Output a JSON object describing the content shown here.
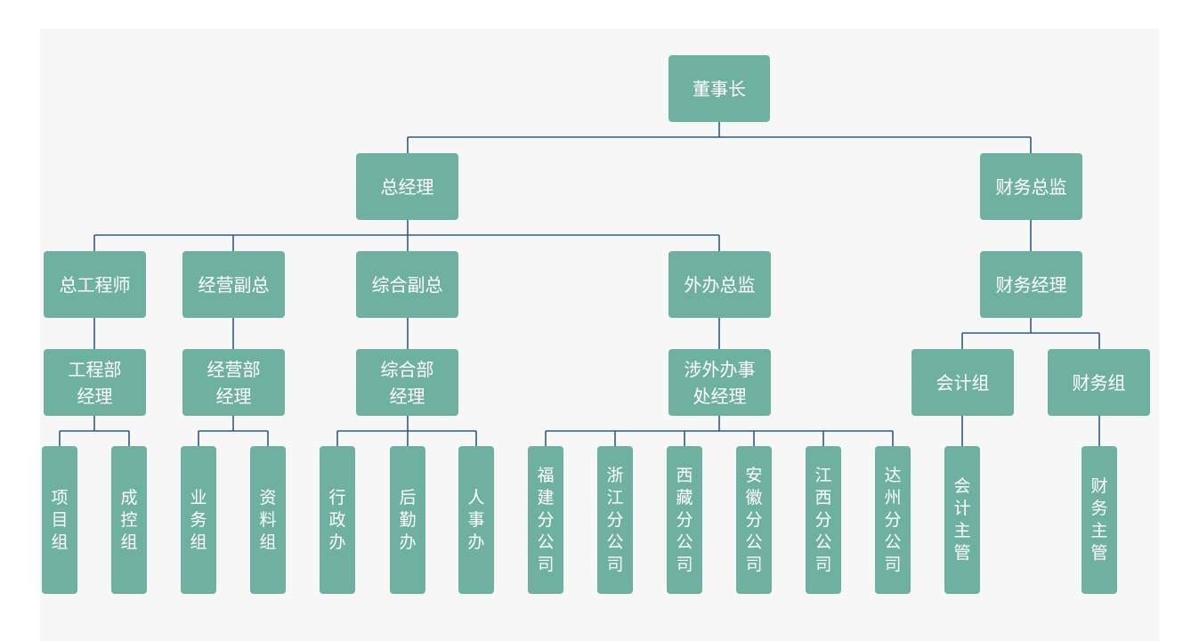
{
  "colors": {
    "node_fill": "#6fb1a0",
    "connector": "#2e5a8f",
    "panel": "#f7f7f7",
    "text": "#ffffff"
  },
  "nodes": {
    "chairman": "董事长",
    "gm": "总经理",
    "cfo": "财务总监",
    "chief_engineer": "总工程师",
    "ops_vp": "经营副总",
    "admin_vp": "综合副总",
    "foreign_director": "外办总监",
    "finance_manager": "财务经理",
    "eng_dept_manager": "工程部\n经理",
    "ops_dept_manager": "经营部\n经理",
    "admin_dept_manager": "综合部\n经理",
    "foreign_office_manager": "涉外办事\n处经理",
    "accounting_group": "会计组",
    "finance_group": "财务组",
    "project_group": "项目组",
    "cost_control_group": "成控组",
    "business_group": "业务组",
    "document_group": "资料组",
    "admin_office": "行政办",
    "logistics_office": "后勤办",
    "hr_office": "人事办",
    "fujian_branch": "福建分公司",
    "zhejiang_branch": "浙江分公司",
    "tibet_branch": "西藏分公司",
    "anhui_branch": "安徽分公司",
    "jiangxi_branch": "江西分公司",
    "dazhou_branch": "达州分公司",
    "accounting_supervisor": "会计主管",
    "finance_supervisor": "财务主管"
  }
}
